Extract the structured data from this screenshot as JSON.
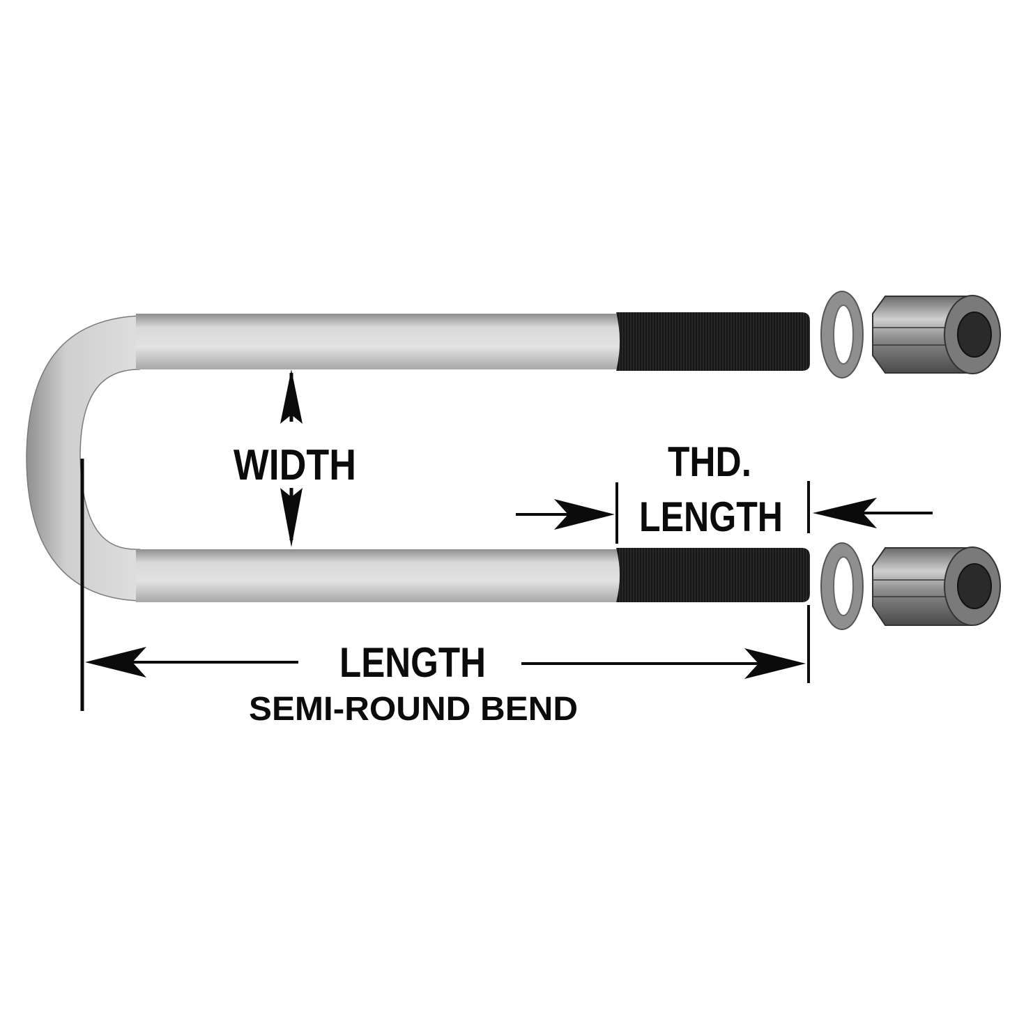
{
  "labels": {
    "width": "WIDTH",
    "thread_line1": "THD.",
    "thread_line2": "LENGTH",
    "length": "LENGTH",
    "bend_type": "SEMI-ROUND BEND"
  },
  "parts": {
    "u_bolt": "semi-round-bend-u-bolt",
    "washer": "flat-washer",
    "nut": "hex-nut"
  },
  "colors": {
    "rod": "#d6d6d6",
    "rod_shadow": "#9a9a9a",
    "thread": "#1a1a1a",
    "ink": "#0b0b0b",
    "washer": "#9c9c9c",
    "nut": "#8a8a8a"
  }
}
